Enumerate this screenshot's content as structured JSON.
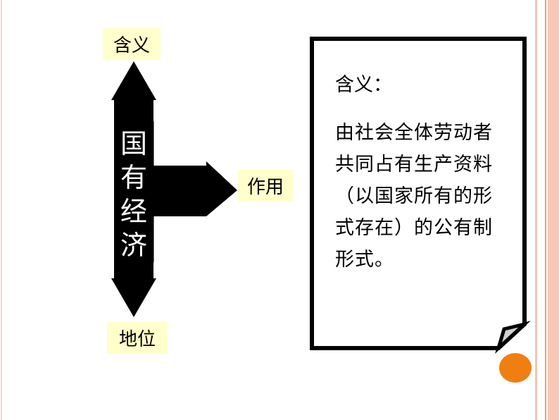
{
  "diagram": {
    "center_label": [
      "国",
      "有",
      "经",
      "济"
    ],
    "top_label": "含义",
    "right_label": "作用",
    "bottom_label": "地位"
  },
  "note": {
    "title": "含义：",
    "body": "由社会全体劳动者共同占有生产资料（以国家所有的形式存在）的公有制形式。"
  },
  "colors": {
    "label_bg": "#ffffcc",
    "accent_orange": "#f07f12",
    "border_peach": "#f7c6b4"
  }
}
